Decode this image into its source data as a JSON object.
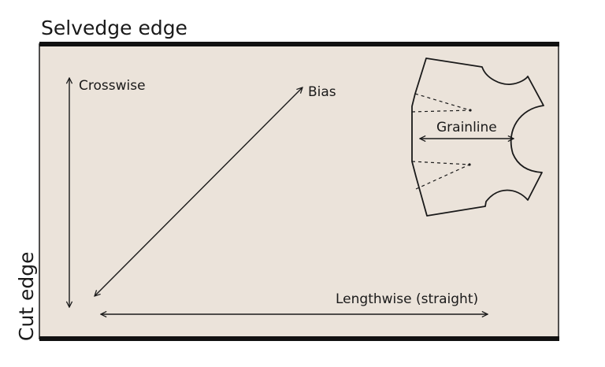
{
  "labels": {
    "selvedge": "Selvedge edge",
    "cut_edge": "Cut edge",
    "crosswise": "Crosswise",
    "bias": "Bias",
    "grainline": "Grainline",
    "lengthwise": "Lengthwise (straight)"
  },
  "colors": {
    "fabric": "#ebe3da",
    "edge": "#111111",
    "line": "#1a1a1a"
  }
}
